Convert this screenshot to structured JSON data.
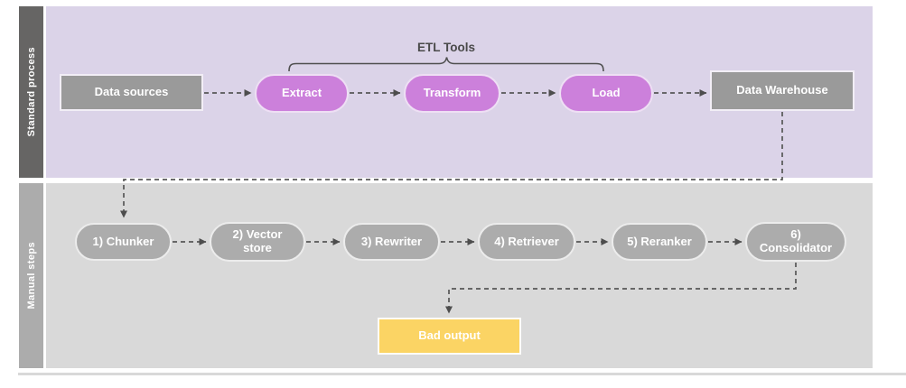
{
  "lanes": [
    {
      "label": "Standard process",
      "bar_color": "#666564",
      "bg_color": "#dbd3e8"
    },
    {
      "label": "Manual steps",
      "bar_color": "#acacac",
      "bg_color": "#d9d9d9"
    }
  ],
  "annotation": {
    "label": "ETL Tools"
  },
  "nodes": {
    "data_sources": {
      "label": "Data sources",
      "shape": "rect",
      "color": "#9a9a9a"
    },
    "extract": {
      "label": "Extract",
      "shape": "pill",
      "color": "#cc80db"
    },
    "transform": {
      "label": "Transform",
      "shape": "pill",
      "color": "#cc80db"
    },
    "load": {
      "label": "Load",
      "shape": "pill",
      "color": "#cc80db"
    },
    "data_warehouse": {
      "label": "Data Warehouse",
      "shape": "rect",
      "color": "#9a9a9a"
    },
    "chunker": {
      "label": "1) Chunker",
      "shape": "pill",
      "color": "#acacac"
    },
    "vector_store": {
      "label": "2) Vector store",
      "shape": "pill",
      "color": "#acacac"
    },
    "rewriter": {
      "label": "3) Rewriter",
      "shape": "pill",
      "color": "#acacac"
    },
    "retriever": {
      "label": "4) Retriever",
      "shape": "pill",
      "color": "#acacac"
    },
    "reranker": {
      "label": "5) Reranker",
      "shape": "pill",
      "color": "#acacac"
    },
    "consolidator": {
      "label": "6) Consolidator",
      "shape": "pill",
      "color": "#acacac"
    },
    "bad_output": {
      "label": "Bad output",
      "shape": "rect",
      "color": "#fbd464"
    }
  },
  "edges": [
    {
      "from": "data_sources",
      "to": "extract",
      "style": "dashed-arrow"
    },
    {
      "from": "extract",
      "to": "transform",
      "style": "dashed-arrow"
    },
    {
      "from": "transform",
      "to": "load",
      "style": "dashed-arrow"
    },
    {
      "from": "load",
      "to": "data_warehouse",
      "style": "dashed-arrow"
    },
    {
      "from": "data_warehouse",
      "to": "chunker",
      "style": "dashed-arrow"
    },
    {
      "from": "chunker",
      "to": "vector_store",
      "style": "dashed-arrow"
    },
    {
      "from": "vector_store",
      "to": "rewriter",
      "style": "dashed-arrow"
    },
    {
      "from": "rewriter",
      "to": "retriever",
      "style": "dashed-arrow"
    },
    {
      "from": "retriever",
      "to": "reranker",
      "style": "dashed-arrow"
    },
    {
      "from": "reranker",
      "to": "consolidator",
      "style": "dashed-arrow"
    },
    {
      "from": "consolidator",
      "to": "bad_output",
      "style": "dashed-arrow"
    }
  ],
  "colors": {
    "lane1_bg": "#dbd3e8",
    "lane1_bar": "#666564",
    "lane2_bg": "#d9d9d9",
    "lane2_bar": "#acacac",
    "pink_node": "#cc80db",
    "gray_node": "#9a9a9a",
    "gray_pill": "#acacac",
    "yellow_node": "#fbd464",
    "connector": "#575757",
    "annotation_text": "#4a4a4a"
  }
}
